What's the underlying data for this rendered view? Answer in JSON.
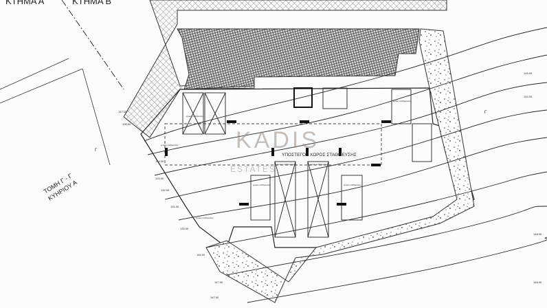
{
  "plot_labels": {
    "plot_a": "ΚΤΗΜΑ Α",
    "plot_b": "ΚΤΗΜΑ Β"
  },
  "section": {
    "line1": "ΤΟΜΗ Γ - Γ",
    "line2": "ΚΥΗΡΙΟΥ Α",
    "marker": "Γ"
  },
  "main_label": "ΥΠΟΣΤΕΓΟΣ ΧΩΡΟΣ ΣΤΑΘΜΕΥΣΗΣ",
  "watermark": {
    "line1": "KADIS",
    "line2": "ESTATES"
  },
  "parking_label": "χώρος στάθμευσης",
  "elevations": [
    "147.00",
    "136.00",
    "134.00",
    "133.00",
    "132.00",
    "131.00",
    "130.00",
    "146.00",
    "147.00",
    "148.00",
    "148.00",
    "147.00",
    "145.00",
    "144.00"
  ],
  "colors": {
    "line": "#222222",
    "hatch": "#555555",
    "accent": "#9a8f86"
  }
}
